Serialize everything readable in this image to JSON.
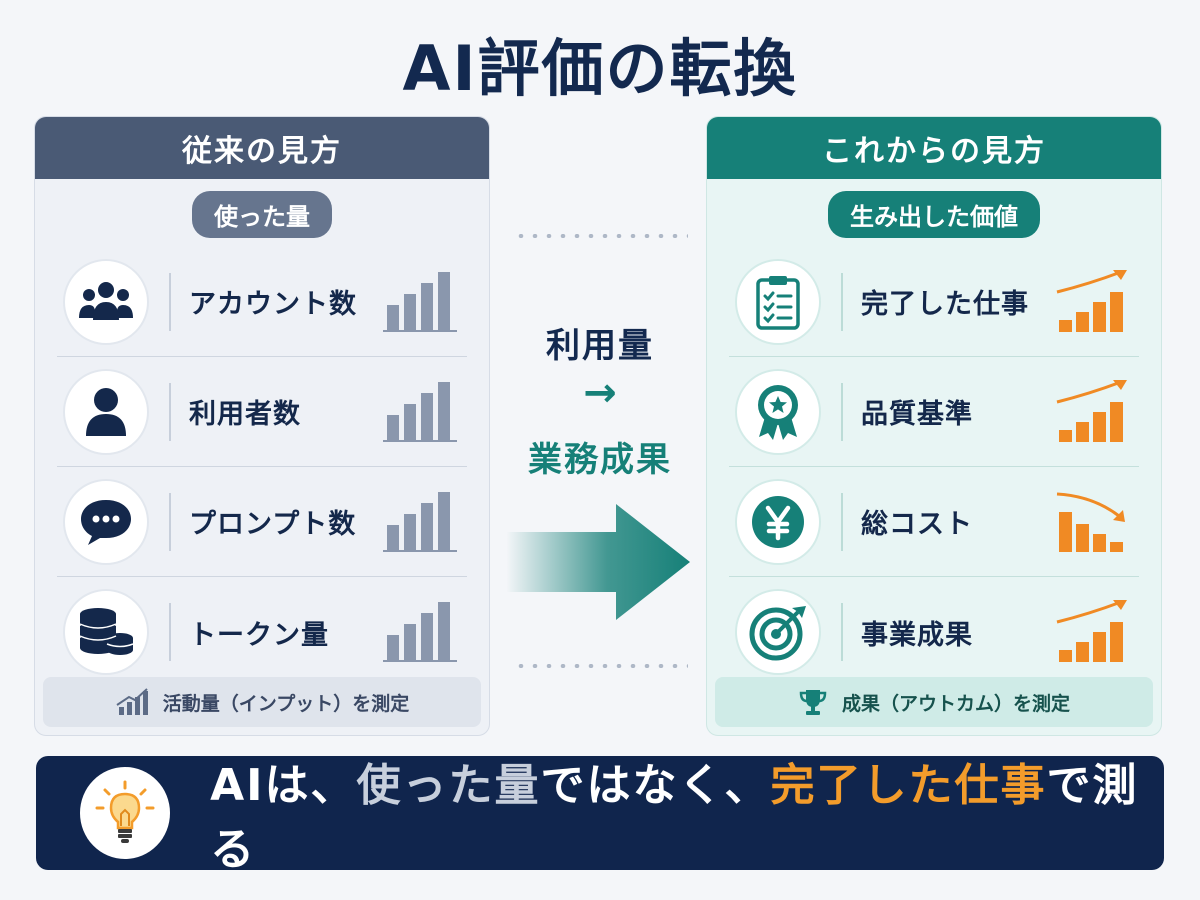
{
  "title": "AI評価の転換",
  "left": {
    "header": "従来の見方",
    "pill": "使った量",
    "items": [
      {
        "icon": "group-icon",
        "label": "アカウント数"
      },
      {
        "icon": "user-icon",
        "label": "利用者数"
      },
      {
        "icon": "chat-bubble-icon",
        "label": "プロンプト数"
      },
      {
        "icon": "coin-stack-icon",
        "label": "トークン量"
      }
    ],
    "footer": "活動量（インプット）を測定",
    "footer_icon": "bar-chart-icon",
    "bar_values": [
      1,
      2,
      3,
      4
    ],
    "bar_color": "#8a97ad"
  },
  "middle": {
    "line1": "利用量",
    "arrow": "→",
    "line2": "業務成果"
  },
  "right": {
    "header": "これからの見方",
    "pill": "生み出した価値",
    "items": [
      {
        "icon": "clipboard-checklist-icon",
        "label": "完了した仕事",
        "trend": "up"
      },
      {
        "icon": "award-badge-icon",
        "label": "品質基準",
        "trend": "up"
      },
      {
        "icon": "yen-coin-icon",
        "label": "総コスト",
        "trend": "down"
      },
      {
        "icon": "target-icon",
        "label": "事業成果",
        "trend": "up"
      }
    ],
    "footer": "成果（アウトカム）を測定",
    "footer_icon": "trophy-icon",
    "bar_color": "#f08a24"
  },
  "banner": {
    "icon": "lightbulb-icon",
    "part1": "AIは、",
    "part2": "使った量",
    "part3": "ではなく、",
    "part4": "完了した仕事",
    "part5": "で測る"
  },
  "colors": {
    "navy": "#13294f",
    "teal": "#168078",
    "orange": "#f08a24",
    "slate": "#4a5a75"
  }
}
